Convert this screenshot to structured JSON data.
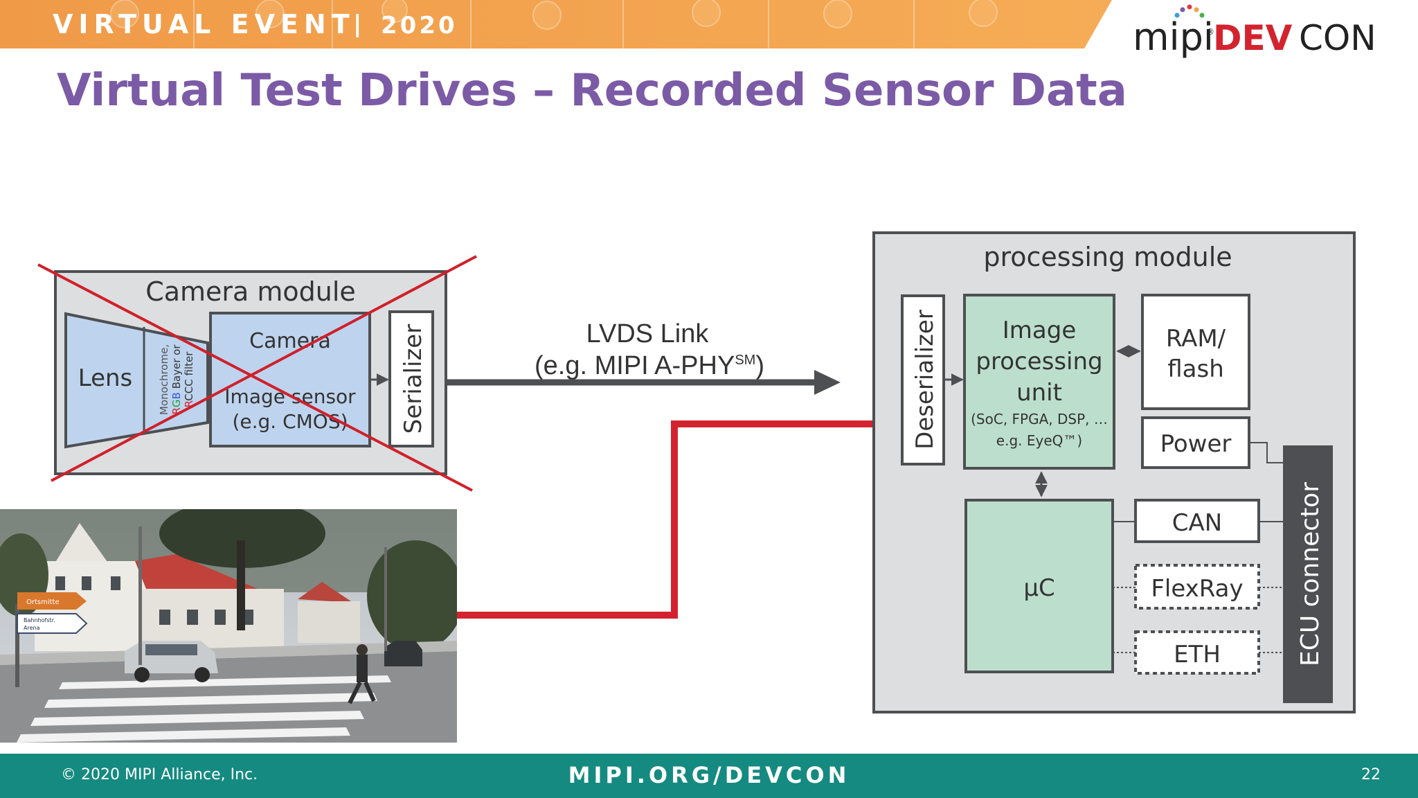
{
  "header": {
    "banner_text": "VIRTUAL EVENT",
    "banner_sep": "|",
    "banner_year": "2020",
    "logo_mipi": "mipi",
    "logo_devcon_dev": "DEV",
    "logo_devcon_con": "CON",
    "logo_reg": "®"
  },
  "slide": {
    "title": "Virtual Test Drives – Recorded Sensor Data"
  },
  "camera_module": {
    "title": "Camera module",
    "lens": "Lens",
    "filter_line1": "Monochrome,",
    "filter_rgb_r": "R",
    "filter_rgb_g": "G",
    "filter_rgb_b": "B",
    "filter_line2_rest": " Bayer or",
    "filter_rccc_r": "R",
    "filter_rccc_rest": "CCC filter",
    "camera_label": "Camera",
    "sensor_line1": "Image sensor",
    "sensor_line2": "(e.g. CMOS)",
    "serializer": "Serializer"
  },
  "link": {
    "line1": "LVDS Link",
    "line2": "(e.g. MIPI A-PHY",
    "sm": "SM",
    "close": ")"
  },
  "processing_module": {
    "title": "processing module",
    "deserializer": "Deserializer",
    "ipu_line1": "Image",
    "ipu_line2": "processing",
    "ipu_line3": "unit",
    "ipu_line4": "(SoC, FPGA, DSP, …",
    "ipu_line5": "e.g. EyeQ™)",
    "ram_line1": "RAM/",
    "ram_line2": "flash",
    "power": "Power",
    "uc": "µC",
    "can": "CAN",
    "flexray": "FlexRay",
    "eth": "ETH",
    "ecu": "ECU connector"
  },
  "photo": {
    "sign1": "Ortsmitte",
    "sign2": "Bahnhofstr.",
    "sign3": "Arena"
  },
  "footer": {
    "copyright": "© 2020 MIPI Alliance, Inc.",
    "url": "MIPI.ORG/DEVCON",
    "page": "22"
  },
  "colors": {
    "title_purple": "#7b5aa6",
    "footer_teal": "#158a80",
    "banner_orange": "#f5a04a",
    "red_cross": "#d0202a",
    "red_path": "#d3232e",
    "green_block": "#bcdfcd",
    "blue_block": "#bed4ee",
    "gray_module": "#dcdee0",
    "dark_arrow": "#4d4f52"
  }
}
